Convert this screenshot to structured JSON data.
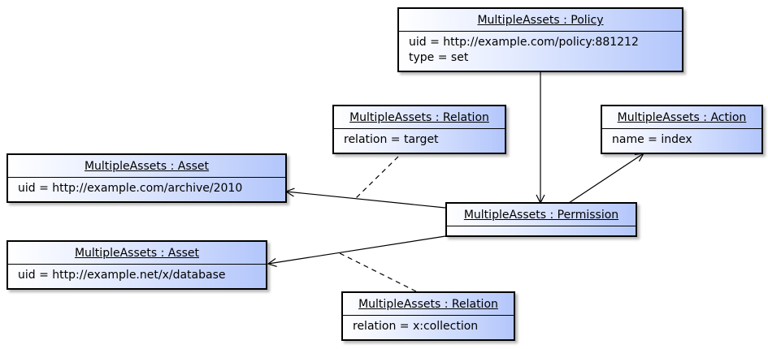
{
  "diagram": {
    "objects": {
      "policy": {
        "title": "MultipleAssets : Policy",
        "attributes": [
          "uid = http://example.com/policy:881212",
          "type = set"
        ]
      },
      "relation_target": {
        "title": "MultipleAssets : Relation",
        "attributes": [
          "relation = target"
        ]
      },
      "action": {
        "title": "MultipleAssets : Action",
        "attributes": [
          "name = index"
        ]
      },
      "asset_archive": {
        "title": "MultipleAssets : Asset",
        "attributes": [
          "uid = http://example.com/archive/2010"
        ]
      },
      "permission": {
        "title": "MultipleAssets : Permission",
        "attributes": []
      },
      "asset_database": {
        "title": "MultipleAssets : Asset",
        "attributes": [
          "uid = http://example.net/x/database"
        ]
      },
      "relation_collection": {
        "title": "MultipleAssets : Relation",
        "attributes": [
          "relation = x:collection"
        ]
      }
    },
    "connections": [
      {
        "from": "policy",
        "to": "permission",
        "style": "arrow"
      },
      {
        "from": "permission",
        "to": "action",
        "style": "arrow"
      },
      {
        "from": "permission",
        "to": "asset_archive",
        "style": "arrow"
      },
      {
        "from": "permission",
        "to": "asset_database",
        "style": "arrow"
      },
      {
        "from": "relation_target",
        "to": "permission-asset_archive link",
        "style": "dashed"
      },
      {
        "from": "relation_collection",
        "to": "permission-asset_database link",
        "style": "dashed"
      }
    ],
    "colors": {
      "box_border": "#000000",
      "gradient_light": "#ffffff",
      "gradient_dark": "#b3c6fb",
      "line": "#000000"
    }
  }
}
